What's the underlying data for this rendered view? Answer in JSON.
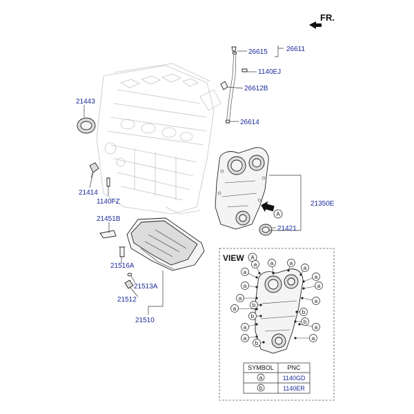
{
  "direction": {
    "label": "FR."
  },
  "parts": {
    "p26611": "26611",
    "p26615": "26615",
    "p1140EJ": "1140EJ",
    "p26612B": "26612B",
    "p26614": "26614",
    "p21443": "21443",
    "p21414": "21414",
    "p1140FZ": "1140FZ",
    "p21350E": "21350E",
    "p21421": "21421",
    "p21451B": "21451B",
    "p21516A": "21516A",
    "p21513A": "21513A",
    "p21512": "21512",
    "p21510": "21510"
  },
  "view_marker": "A",
  "view": {
    "title": "VIEW",
    "marker": "A",
    "symbol_a": "a",
    "symbol_b": "b",
    "table": {
      "headers": [
        "SYMBOL",
        "PNC"
      ],
      "rows": [
        {
          "symbol": "a",
          "pnc": "1140GD"
        },
        {
          "symbol": "b",
          "pnc": "1140ER"
        }
      ]
    }
  }
}
